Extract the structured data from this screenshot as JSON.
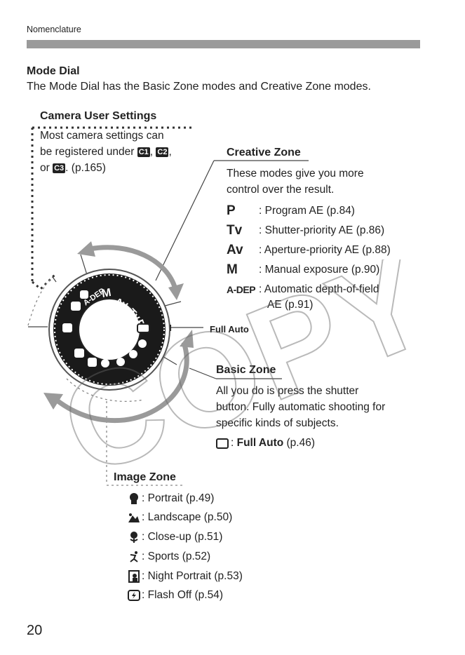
{
  "header": {
    "label": "Nomenclature"
  },
  "section": {
    "title": "Mode Dial",
    "intro": "The Mode Dial has the Basic Zone modes and Creative Zone modes."
  },
  "camera_user_settings": {
    "title": "Camera User Settings",
    "line1": "Most camera settings can",
    "line2_prefix": "be registered under",
    "c1": "C1",
    "sep1": ",",
    "c2": "C2",
    "sep2": ",",
    "line3_prefix": "or",
    "c3": "C3",
    "line3_suffix": ". (p.165)"
  },
  "creative_zone": {
    "title": "Creative Zone",
    "line1": "These modes give you more",
    "line2": "control over the result.",
    "modes": [
      {
        "symbol": "P",
        "desc": ": Program AE (p.84)"
      },
      {
        "symbol": "Tv",
        "desc": ": Shutter-priority AE (p.86)"
      },
      {
        "symbol": "Av",
        "desc": ": Aperture-priority AE (p.88)"
      },
      {
        "symbol": "M",
        "desc": ": Manual exposure (p.90)"
      },
      {
        "symbol": "A-DEP",
        "desc": ": Automatic depth-of-field",
        "desc2": "AE (p.91)"
      }
    ]
  },
  "full_auto_pointer": {
    "label": "Full Auto"
  },
  "basic_zone": {
    "title": "Basic Zone",
    "line1": "All you do is press the shutter",
    "line2": "button. Fully automatic shooting for",
    "line3": "specific kinds of subjects.",
    "fa_sep": ": ",
    "fa_label": "Full Auto",
    "fa_page": " (p.46)"
  },
  "image_zone": {
    "title": "Image Zone",
    "items": [
      {
        "icon": "portrait-icon",
        "label": ": Portrait (p.49)"
      },
      {
        "icon": "landscape-icon",
        "label": ": Landscape (p.50)"
      },
      {
        "icon": "close-up-icon",
        "label": ": Close-up (p.51)"
      },
      {
        "icon": "sports-icon",
        "label": ": Sports (p.52)"
      },
      {
        "icon": "night-portrait-icon",
        "label": ": Night Portrait (p.53)"
      },
      {
        "icon": "flash-off-icon",
        "label": ": Flash Off (p.54)"
      }
    ]
  },
  "dial_labels": [
    "M",
    "Av",
    "Tv",
    "P",
    "A-DEP"
  ],
  "watermark": "COPY",
  "page_number": "20"
}
